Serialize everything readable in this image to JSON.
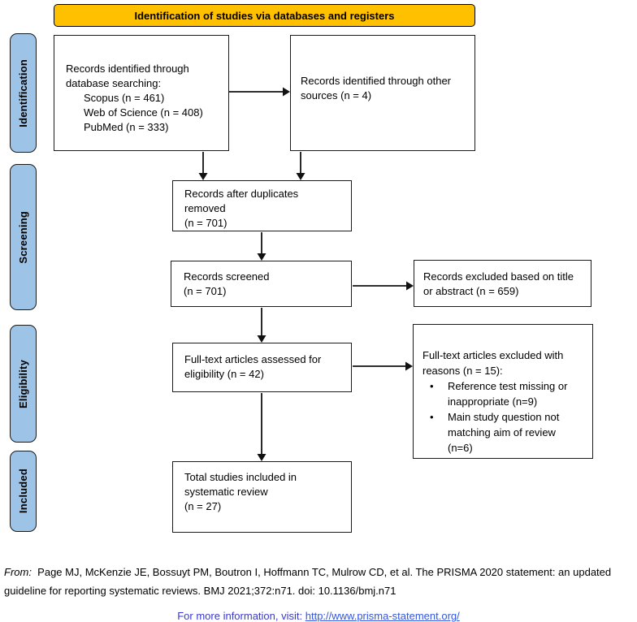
{
  "colors": {
    "header_bg": "#FFC000",
    "stage_bg": "#9DC3E6",
    "box_border": "#1A1A1A",
    "info_text": "#3A3AC8",
    "link_text": "#3356E0"
  },
  "header": {
    "title": "Identification of studies via databases and registers"
  },
  "stages": [
    {
      "label": "Identification"
    },
    {
      "label": "Screening"
    },
    {
      "label": "Eligibility"
    },
    {
      "label": "Included"
    }
  ],
  "boxes": {
    "identified_db": {
      "title": "Records identified through\ndatabase searching:",
      "sources": [
        "Scopus (n = 461)",
        "Web of Science (n = 408)",
        "PubMed (n = 333)"
      ]
    },
    "identified_other": {
      "text": "Records identified through other\nsources (n = 4)"
    },
    "duplicates_removed": {
      "text": "Records after duplicates\nremoved\n(n = 701)"
    },
    "screened": {
      "text": "Records screened\n(n = 701)"
    },
    "excluded_title_abstract": {
      "text": "Records excluded based on title\nor abstract (n = 659)"
    },
    "fulltext_assessed": {
      "text": "Full-text articles assessed for\neligibility (n = 42)"
    },
    "fulltext_excluded": {
      "title": "Full-text articles excluded with\nreasons (n = 15):",
      "bullet": "•",
      "reasons": [
        "Reference test missing or\ninappropriate (n=9)",
        "Main study question not\nmatching aim of review\n(n=6)"
      ]
    },
    "included_total": {
      "text": "Total studies included in\nsystematic review\n(n = 27)"
    }
  },
  "footer": {
    "from_label": "From:",
    "citation": "  Page MJ, McKenzie JE, Bossuyt PM, Boutron I, Hoffmann TC, Mulrow CD, et al. The PRISMA 2020 statement: an updated\nguideline for reporting systematic reviews. BMJ 2021;372:n71. doi: 10.1136/bmj.n71",
    "info_prefix": "For more information, visit: ",
    "info_link": "http://www.prisma-statement.org/"
  }
}
